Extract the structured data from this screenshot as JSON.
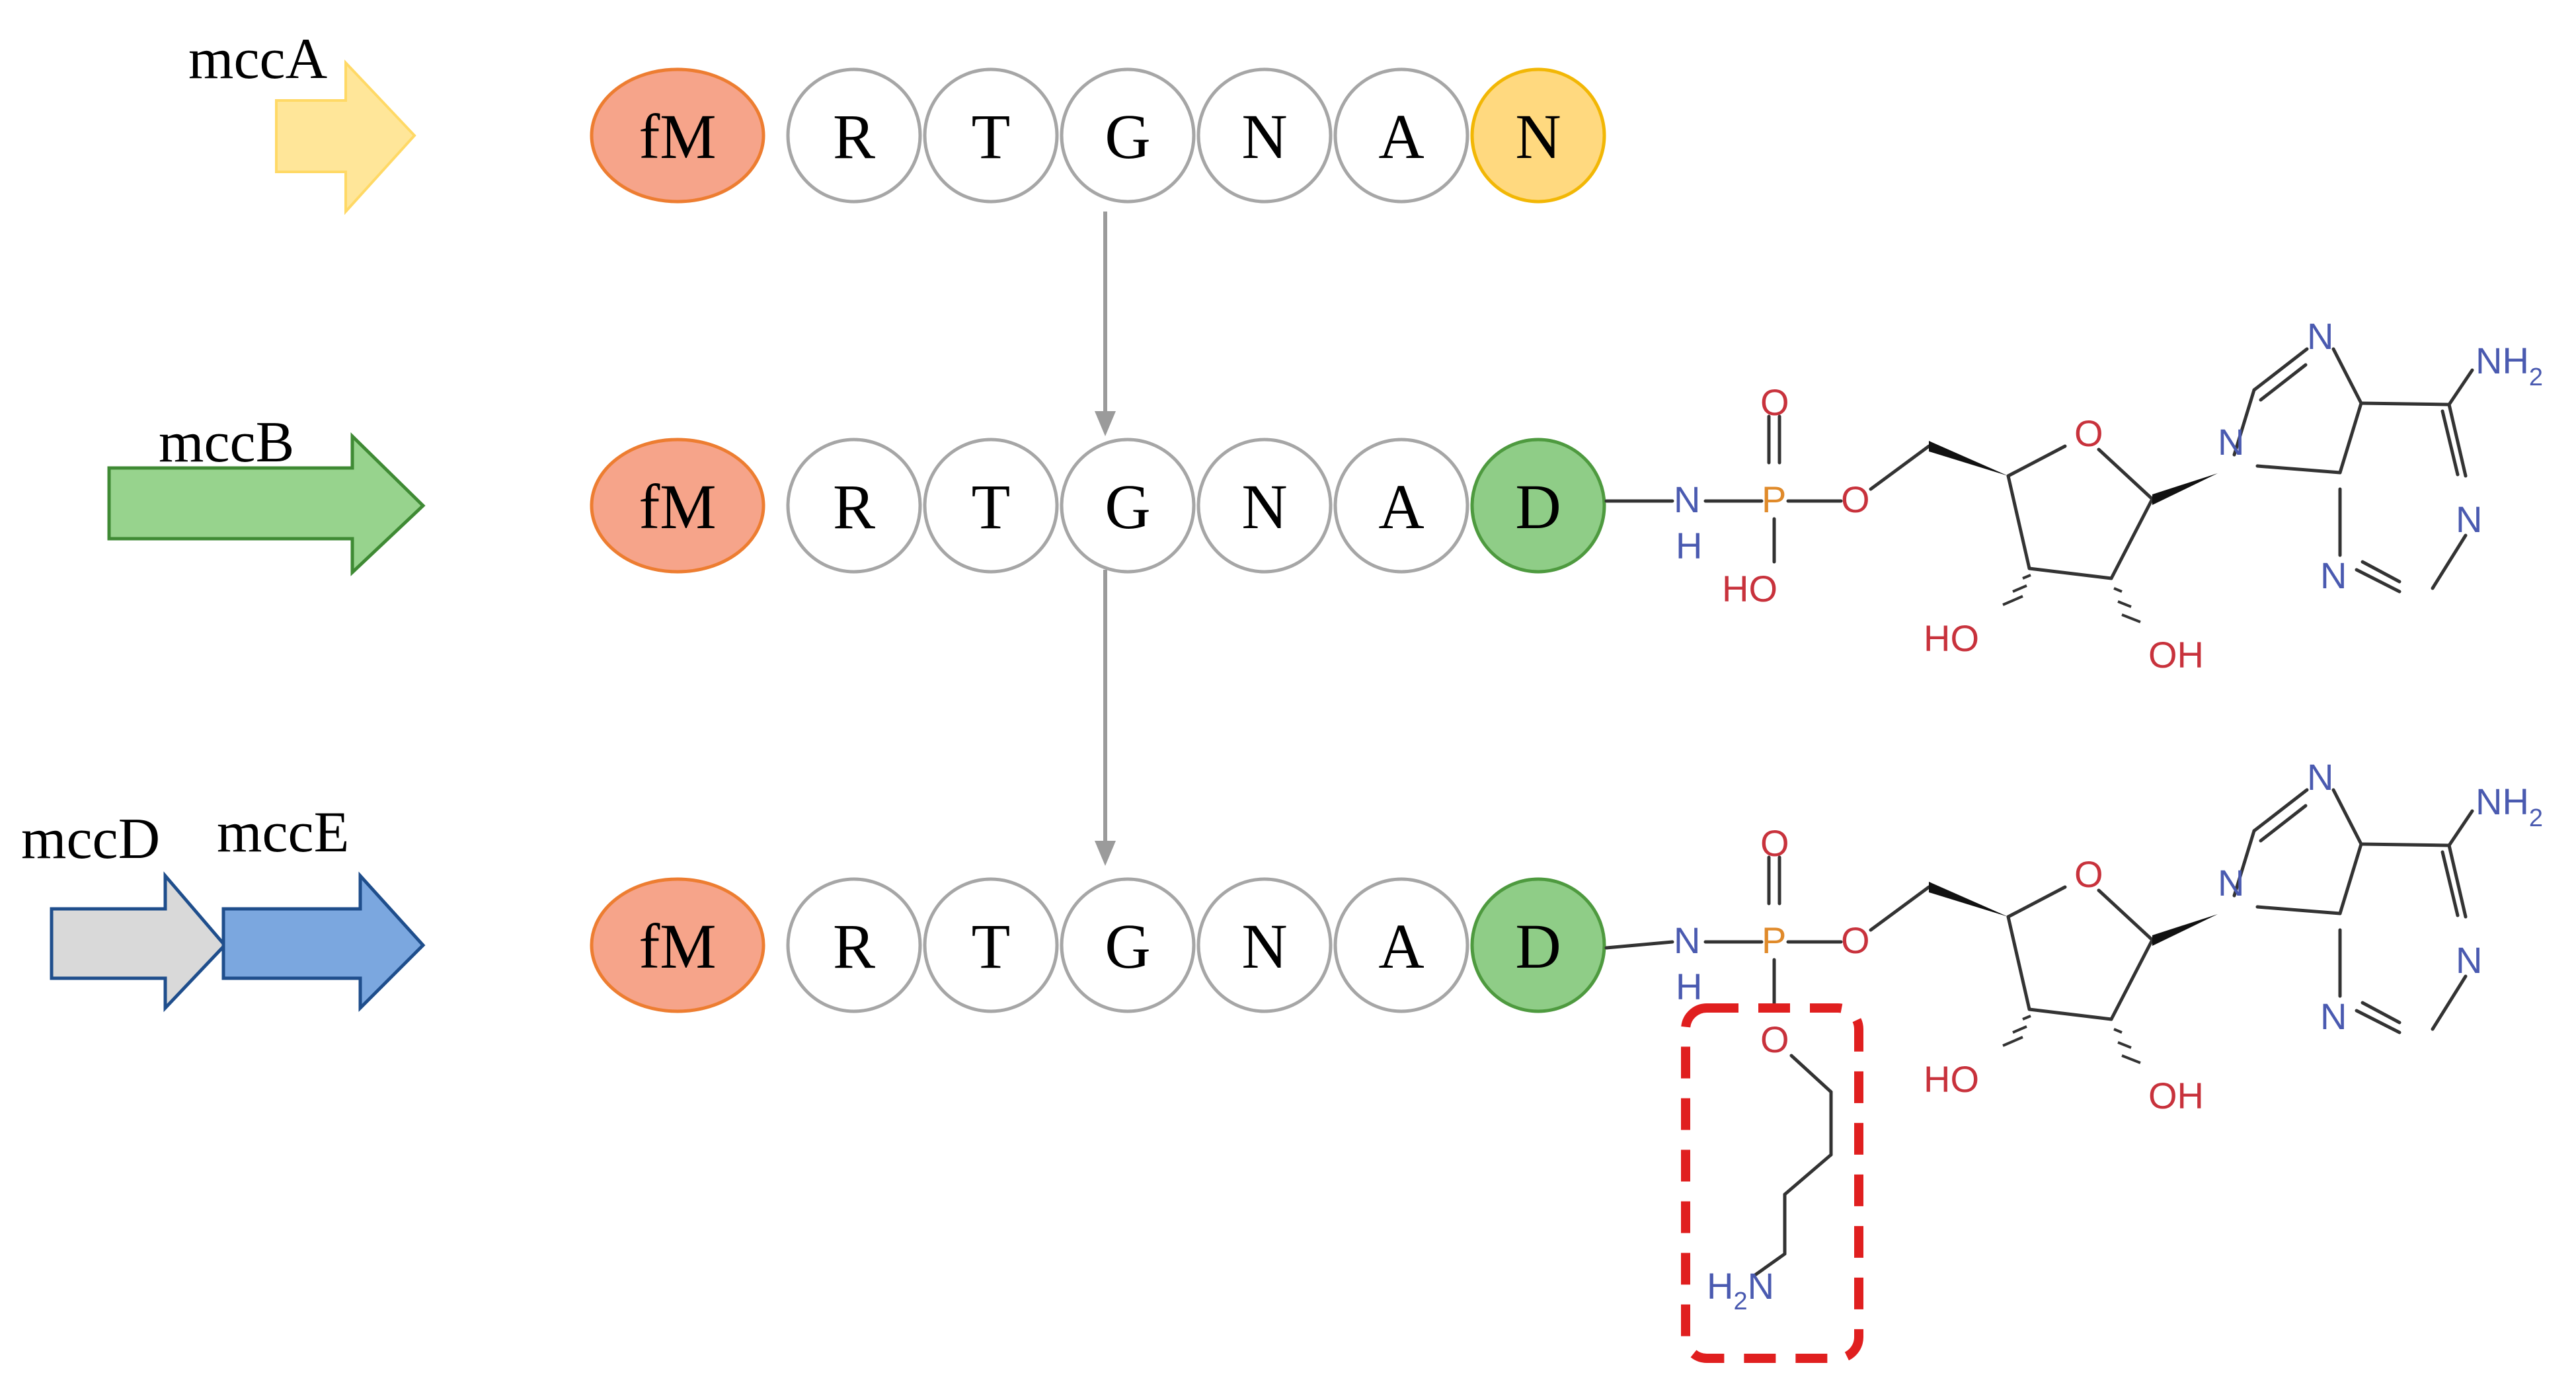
{
  "colors": {
    "fM_fill": "#f6a48a",
    "fM_stroke": "#ed7d31",
    "plain_fill": "#ffffff",
    "plain_stroke": "#a6a6a6",
    "N_fill": "#ffd97f",
    "N_stroke": "#f2b705",
    "D_fill": "#8fcd87",
    "D_stroke": "#4e9a3f",
    "mccA_fill": "#ffe699",
    "mccA_stroke": "#ffd966",
    "mccB_fill": "#97d38d",
    "mccB_stroke": "#3f8a34",
    "mccD_fill": "#d9d9d9",
    "mccD_stroke": "#1f4e8c",
    "mccE_fill": "#7ba7df",
    "mccE_stroke": "#1f4e8c",
    "box_stroke": "#e01f1f",
    "nitrogen": "#4a5ab0",
    "oxygen": "#c8323c",
    "phosphorus": "#e08a2a"
  },
  "genes": {
    "mccA": "mccA",
    "mccB": "mccB",
    "mccD": "mccD",
    "mccE": "mccE"
  },
  "rows": [
    {
      "residues": [
        "fM",
        "R",
        "T",
        "G",
        "N",
        "A",
        "N"
      ],
      "modification": "none"
    },
    {
      "residues": [
        "fM",
        "R",
        "T",
        "G",
        "N",
        "A",
        "D"
      ],
      "modification": "AMP"
    },
    {
      "residues": [
        "fM",
        "R",
        "T",
        "G",
        "N",
        "A",
        "D"
      ],
      "modification": "aminopropyl-AMP"
    }
  ],
  "atoms": {
    "N": "N",
    "H": "H",
    "P": "P",
    "O": "O",
    "HO": "HO",
    "OH": "OH",
    "NH": "NH",
    "H2N_H": "H",
    "H2N_N": "N",
    "sub2": "2"
  }
}
